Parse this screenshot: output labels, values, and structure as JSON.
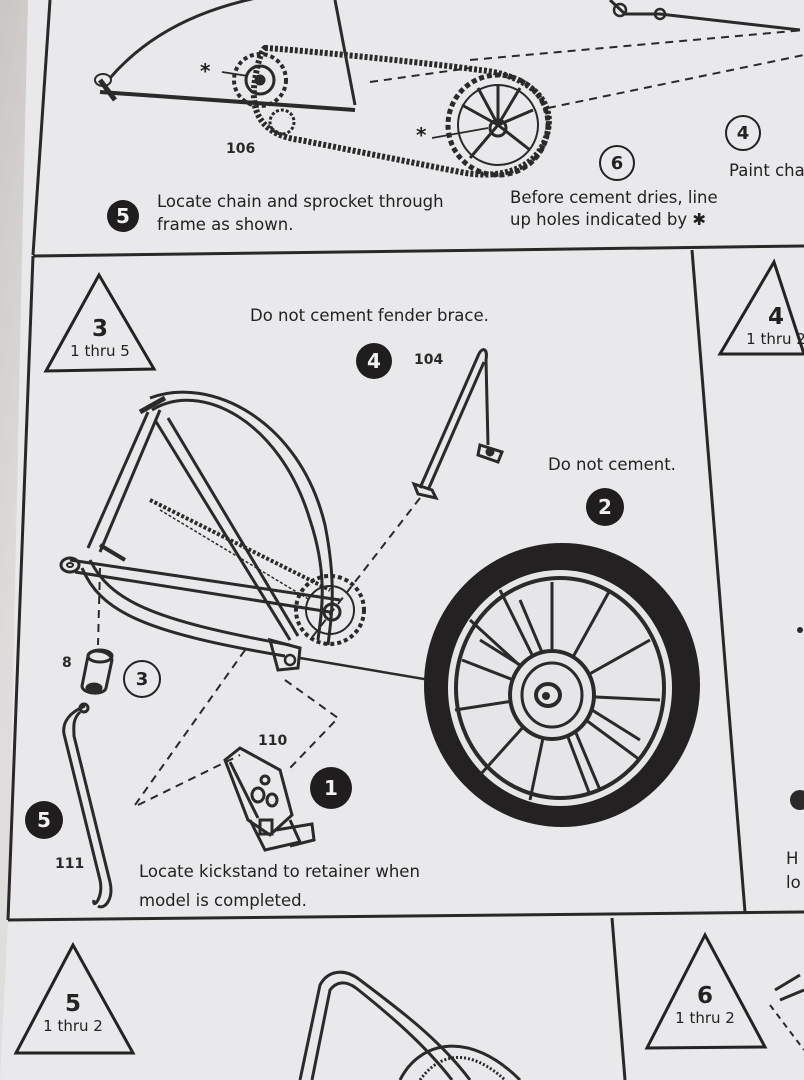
{
  "top_panel": {
    "step5_text_line1": "Locate chain and sprocket through",
    "step5_text_line2": "frame as shown.",
    "step5_badge": "5",
    "part_106": "106",
    "step6_badge": "6",
    "step6_text_line1": "Before cement dries, line",
    "step6_text_line2": "up holes indicated by ✱",
    "asterisk": "*",
    "step4_badge": "4",
    "step4_text": "Paint cha"
  },
  "middle_panel": {
    "triangle": {
      "number": "3",
      "range": "1 thru 5"
    },
    "fender_note": "Do not cement fender brace.",
    "step4_badge": "4",
    "part_104": "104",
    "wheel_note": "Do not cement.",
    "step2_badge": "2",
    "part_8": "8",
    "step3_badge": "3",
    "part_110": "110",
    "step1_badge": "1",
    "step5_badge": "5",
    "part_111": "111",
    "kickstand_line1": "Locate kickstand to retainer when",
    "kickstand_line2": "model is completed."
  },
  "right_panel": {
    "triangle": {
      "number": "4",
      "range": "1 thru 2"
    },
    "text_partial_line1": "H",
    "text_partial_line2": "lo"
  },
  "bottom_left_panel": {
    "triangle": {
      "number": "5",
      "range": "1 thru 2"
    }
  },
  "bottom_right_panel": {
    "triangle": {
      "number": "6",
      "range": "1 thru 2"
    }
  }
}
